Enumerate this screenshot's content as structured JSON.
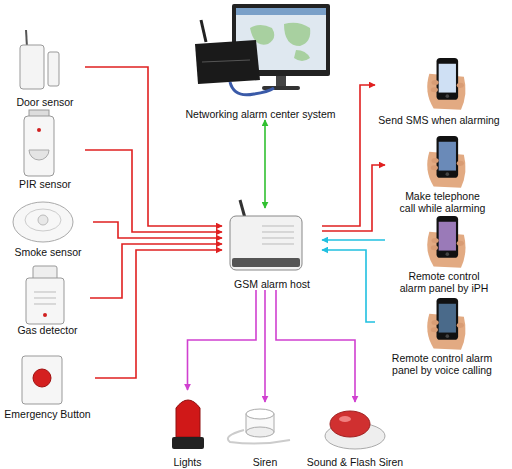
{
  "diagram": {
    "nodes": [
      {
        "text": [
          "Networking alarm center system"
        ]
      },
      {
        "text": [
          "Door sensor"
        ]
      },
      {
        "text": [
          "PIR sensor"
        ]
      },
      {
        "text": [
          "Smoke sensor"
        ]
      },
      {
        "text": [
          "Gas detector"
        ]
      },
      {
        "text": [
          "Emergency Button"
        ]
      },
      {
        "text": [
          "GSM alarm host"
        ]
      },
      {
        "text": [
          "Send SMS when alarming"
        ]
      },
      {
        "text": [
          "Make telephone call while alarming"
        ]
      },
      {
        "text": [
          "Remote control alarm panel by iPH"
        ]
      },
      {
        "text": [
          "Remote control alarm panel by voice calling"
        ]
      },
      {
        "text": [
          "Lights"
        ]
      },
      {
        "text": [
          "Siren"
        ]
      },
      {
        "text": [
          "Sound & Flash Siren"
        ]
      }
    ],
    "edges": [
      {
        "from": 1,
        "to": 6,
        "arrow": "to"
      },
      {
        "from": 2,
        "to": 6,
        "arrow": "to"
      },
      {
        "from": 3,
        "to": 6,
        "arrow": "to"
      },
      {
        "from": 4,
        "to": 6,
        "arrow": "to"
      },
      {
        "from": 5,
        "to": 6,
        "arrow": "to"
      },
      {
        "from": 0,
        "to": 6,
        "arrow": "both"
      },
      {
        "from": 6,
        "to": 7,
        "arrow": "to"
      },
      {
        "from": 6,
        "to": 8,
        "arrow": "to"
      },
      {
        "from": 9,
        "to": 6,
        "arrow": "to"
      },
      {
        "from": 10,
        "to": 6,
        "arrow": "to"
      },
      {
        "from": 6,
        "to": 11,
        "arrow": "to"
      },
      {
        "from": 6,
        "to": 12,
        "arrow": "to"
      },
      {
        "from": 6,
        "to": 13,
        "arrow": "to"
      }
    ]
  }
}
